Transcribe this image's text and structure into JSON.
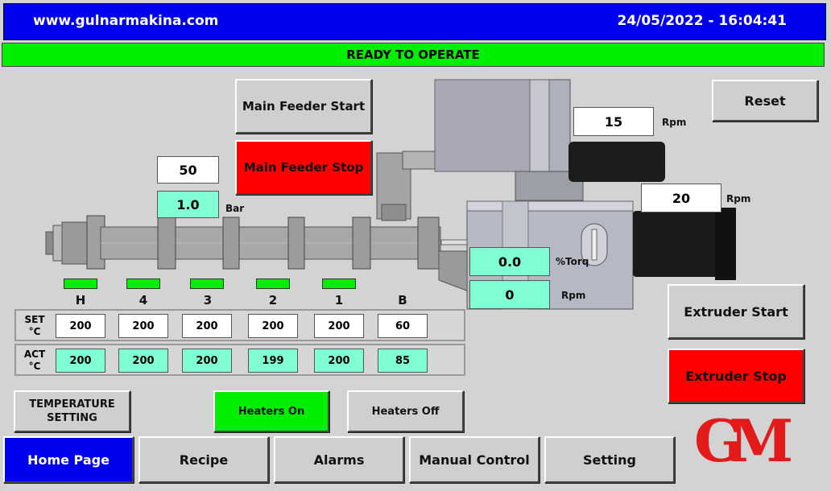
{
  "header": {
    "website": "www.gulnarmakina.com",
    "datetime": "24/05/2022 - 16:04:41"
  },
  "status": "READY TO OPERATE",
  "buttons": {
    "main_feeder_start": "Main Feeder Start",
    "main_feeder_stop": "Main Feeder Stop",
    "reset": "Reset",
    "extruder_start": "Extruder Start",
    "extruder_stop": "Extruder Stop",
    "temperature_setting": "TEMPERATURE SETTING",
    "heaters_on": "Heaters On",
    "heaters_off": "Heaters Off"
  },
  "readouts": {
    "feeder_rpm": "15",
    "feeder_rpm_unit": "Rpm",
    "motor_rpm": "20",
    "motor_rpm_unit": "Rpm",
    "pressure_set": "50",
    "pressure_act": "1.0",
    "pressure_unit": "Bar",
    "torque": "0.0",
    "torque_unit": "%Torq",
    "screw_rpm": "0",
    "screw_rpm_unit": "Rpm"
  },
  "zones": {
    "labels": [
      "H",
      "4",
      "3",
      "2",
      "1",
      "B"
    ],
    "set_label": [
      "SET",
      "°C"
    ],
    "act_label": [
      "ACT",
      "°C"
    ],
    "set": [
      "200",
      "200",
      "200",
      "200",
      "200",
      "60"
    ],
    "act": [
      "200",
      "200",
      "200",
      "199",
      "200",
      "85"
    ]
  },
  "nav": [
    "Home Page",
    "Recipe",
    "Alarms",
    "Manual Control",
    "Setting"
  ],
  "logo": "GM",
  "colors": {
    "header": "#0000ee",
    "status_ok": "#00ee00",
    "stop": "#ff0000",
    "readout_mint": "#80ffd4",
    "logo": "#e21a1a"
  }
}
